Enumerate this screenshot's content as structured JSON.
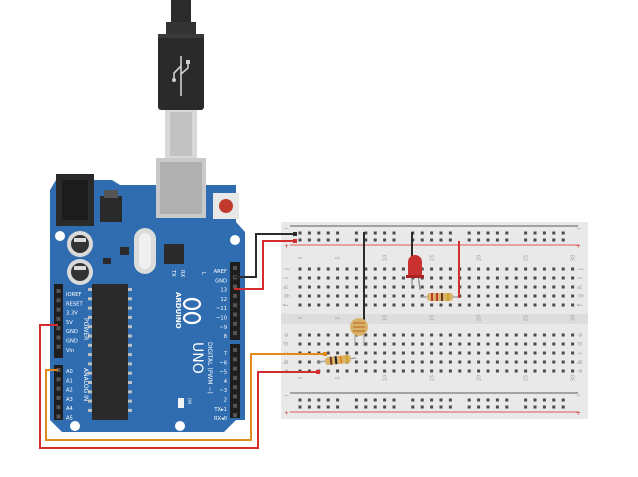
{
  "board": {
    "name": "UNO",
    "brand": "ARDUINO",
    "label_power": "POWER",
    "label_analog": "ANALOG IN",
    "label_digital": "DIGITAL (PWM ~)",
    "label_tx": "TX",
    "label_rx": "RX",
    "label_l": "L",
    "label_on": "ON",
    "power_pins": [
      "IOREF",
      "RESET",
      "3.3V",
      "5V",
      "GND",
      "GND",
      "Vin"
    ],
    "analog_pins": [
      "A0",
      "A1",
      "A2",
      "A3",
      "A4",
      "A5"
    ],
    "top_pins": [
      "AREF",
      "GND",
      "13",
      "12",
      "~11",
      "~10",
      "~9",
      "8"
    ],
    "bottom_pins": [
      "7",
      "~6",
      "~5",
      "4",
      "~3",
      "2",
      "TX▸1",
      "RX◂0"
    ]
  },
  "breadboard": {
    "row_letters_top": [
      "j",
      "i",
      "h",
      "g",
      "f"
    ],
    "row_letters_bottom": [
      "e",
      "d",
      "c",
      "b",
      "a"
    ],
    "column_numbers": [
      "1",
      "",
      "",
      "",
      "5",
      "",
      "",
      "",
      "",
      "10",
      "",
      "",
      "",
      "",
      "15",
      "",
      "",
      "",
      "",
      "20",
      "",
      "",
      "",
      "",
      "25",
      "",
      "",
      "",
      "",
      "30"
    ],
    "plus_sign": "+",
    "minus_sign": "−"
  },
  "colors": {
    "board": "#2f6db0",
    "board_dark": "#1f5590",
    "wire_red": "#d42d2d",
    "wire_black": "#2b2b2b",
    "wire_orange": "#e08a1e",
    "led": "#c93030",
    "breadboard": "#e9e9e9"
  }
}
